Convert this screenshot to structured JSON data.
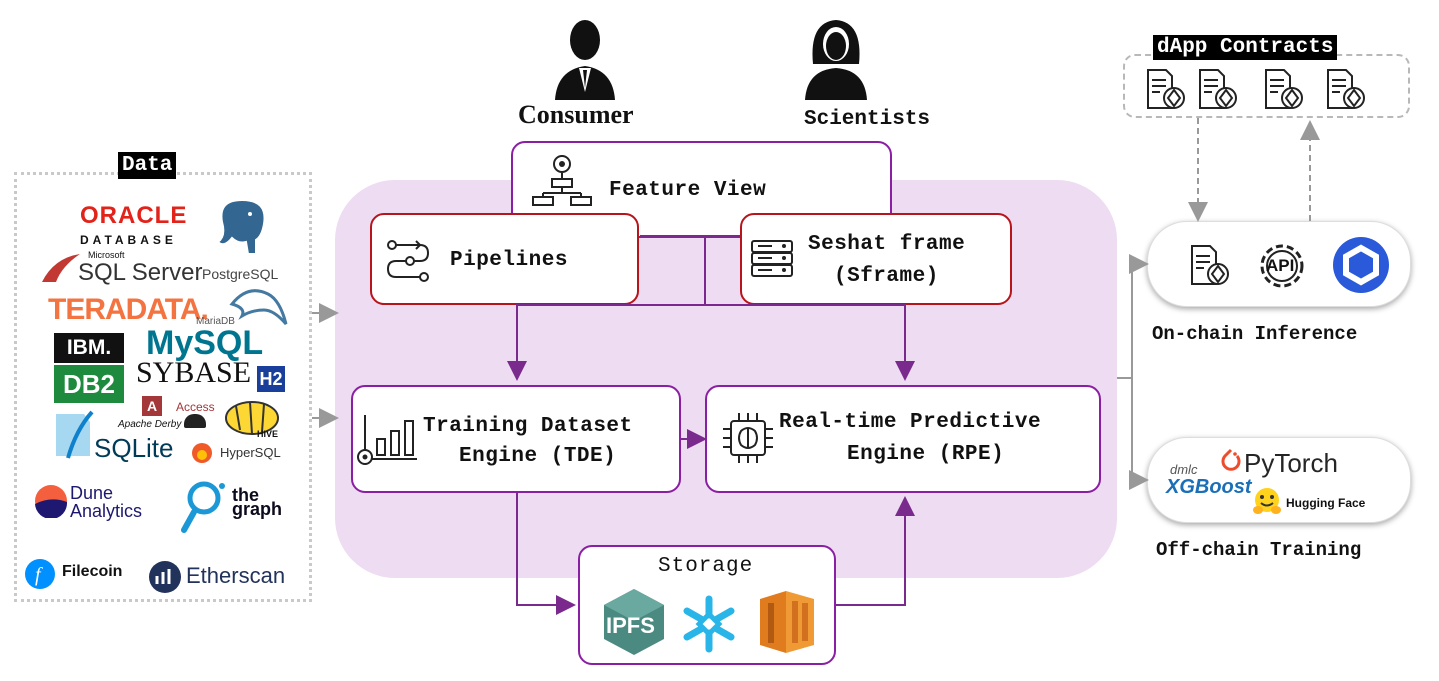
{
  "actors": {
    "consumer": "Consumer",
    "scientists": "Scientists"
  },
  "feature_view": {
    "label": "Feature View"
  },
  "pipelines": {
    "label": "Pipelines"
  },
  "sframe": {
    "line1": "Seshat frame",
    "line2": "(Sframe)"
  },
  "tde": {
    "line1": "Training Dataset",
    "line2": "Engine (TDE)"
  },
  "rpe": {
    "line1": "Real-time Predictive",
    "line2": "Engine (RPE)"
  },
  "storage": {
    "label": "Storage",
    "ipfs": "IPFS"
  },
  "data_panel": {
    "title": "Data",
    "logos": {
      "oracle": "ORACLE",
      "oracle_sub": "DATABASE",
      "ms": "Microsoft",
      "sqlserver": "SQL Server",
      "postgres": "PostgreSQL",
      "teradata": "TERADATA.",
      "mariadb": "MariaDB",
      "mysql": "MySQL",
      "ibm": "IBM.",
      "db2": "DB2",
      "sybase": "SYBASE",
      "h2": "H2",
      "access": "Access",
      "derby": "Apache Derby",
      "hive": "HIVE",
      "sqlite": "SQLite",
      "hypersql": "HyperSQL",
      "dune1": "Dune",
      "dune2": "Analytics",
      "graph1": "the",
      "graph2": "graph",
      "filecoin": "Filecoin",
      "etherscan": "Etherscan"
    }
  },
  "dapp": {
    "title": "dApp Contracts"
  },
  "onchain": {
    "label": "On-chain Inference",
    "api": "API"
  },
  "offchain": {
    "label": "Off-chain Training",
    "dmlc": "dmlc",
    "xgboost": "XGBoost",
    "pytorch": "PyTorch",
    "hf": "Hugging Face"
  },
  "colors": {
    "region": "#eedcf2",
    "red": "#b8141b",
    "purple": "#8a1fa3",
    "arrow": "#7a2a8c",
    "grey": "#aaaaaa"
  }
}
